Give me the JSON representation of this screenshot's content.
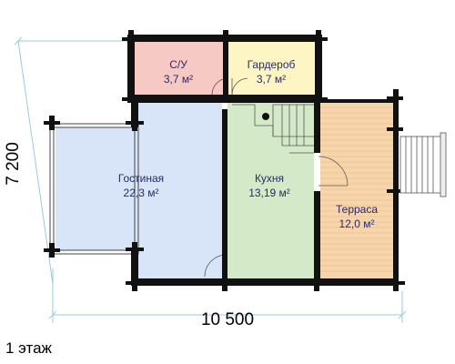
{
  "rooms": {
    "bathroom": {
      "name": "С/У",
      "area": "3,7 м²"
    },
    "wardrobe": {
      "name": "Гардероб",
      "area": "3,7 м²"
    },
    "living": {
      "name": "Гостиная",
      "area": "22,3 м²"
    },
    "kitchen": {
      "name": "Кухня",
      "area": "13,19 м²"
    },
    "terrace": {
      "name": "Терраса",
      "area": "12,0 м²"
    }
  },
  "dimensions": {
    "width": "10 500",
    "height": "7 200"
  },
  "floor": "1 этаж",
  "colors": {
    "bathroom": "#f7c9c4",
    "wardrobe": "#fdf6c4",
    "living": "#d8e4f7",
    "kitchen": "#d4e9c8",
    "terrace": "#f8d4aa",
    "walls": "#111111",
    "dimension_lines": "#9cc8dd"
  }
}
